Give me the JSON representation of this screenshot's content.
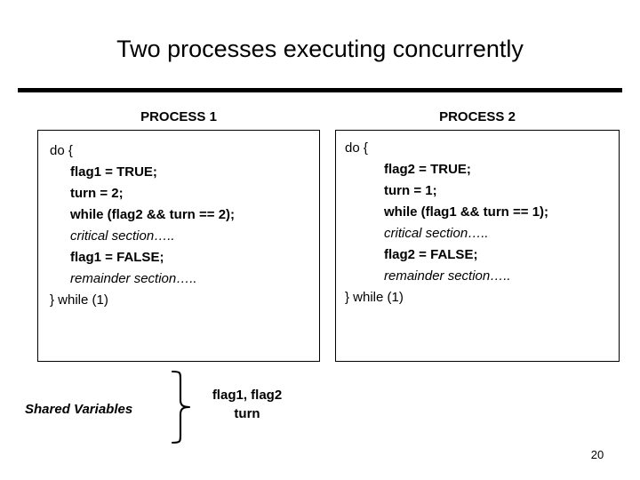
{
  "slide": {
    "title": "Two processes executing concurrently",
    "page_number": "20"
  },
  "processes": [
    {
      "heading": "PROCESS 1",
      "lines": [
        {
          "text": "do {",
          "style": "plain",
          "indent": 0
        },
        {
          "text": "flag1 = TRUE;",
          "style": "strong",
          "indent": 1
        },
        {
          "text": "turn = 2;",
          "style": "strong",
          "indent": 1
        },
        {
          "text": "while (flag2 && turn == 2);",
          "style": "strong",
          "indent": 1
        },
        {
          "text": "critical section…..",
          "style": "em",
          "indent": 1
        },
        {
          "text": "flag1 = FALSE;",
          "style": "strong",
          "indent": 1
        },
        {
          "text": "remainder section…..",
          "style": "em",
          "indent": 1
        },
        {
          "text": "}  while (1)",
          "style": "plain",
          "indent": 0
        }
      ]
    },
    {
      "heading": "PROCESS 2",
      "lines": [
        {
          "text": "do {",
          "style": "plain",
          "indent": 0
        },
        {
          "text": "flag2 = TRUE;",
          "style": "strong",
          "indent": 1
        },
        {
          "text": "turn = 1;",
          "style": "strong",
          "indent": 1
        },
        {
          "text": "while (flag1 && turn == 1);",
          "style": "strong",
          "indent": 1
        },
        {
          "text": "critical section…..",
          "style": "em",
          "indent": 1
        },
        {
          "text": "flag2 = FALSE;",
          "style": "strong",
          "indent": 1
        },
        {
          "text": "remainder section…..",
          "style": "em",
          "indent": 1
        },
        {
          "text": "} while (1)",
          "style": "plain",
          "indent": 0
        }
      ]
    }
  ],
  "shared": {
    "label": "Shared Variables",
    "brace_icon": "right-curly-brace-icon",
    "variables_line1": "flag1, flag2",
    "variables_line2": "turn"
  },
  "colors": {
    "text": "#000000",
    "background": "#ffffff",
    "rule": "#000000",
    "box_border": "#000000"
  }
}
